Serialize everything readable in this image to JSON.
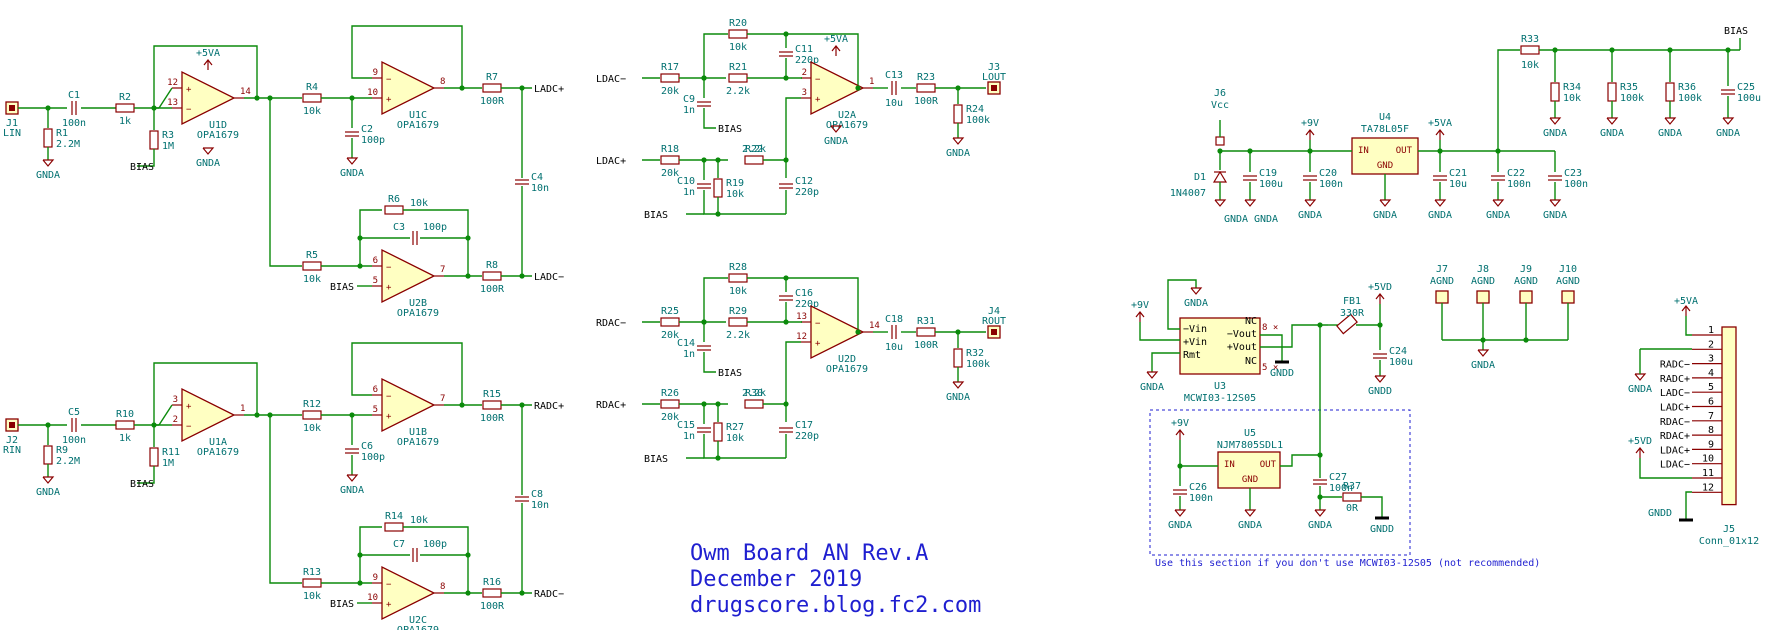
{
  "title_block": {
    "line1": "Owm Board AN Rev.A",
    "line2": "December 2019",
    "line3": "drugscore.blog.fc2.com"
  },
  "note": "Use this section if you don't use MCWI03-12S05 (not recommended)",
  "nets": {
    "bias": "BIAS",
    "gnda": "GNDA",
    "gndd": "GNDD",
    "agnd": "AGND",
    "p5va": "+5VA",
    "p5vd": "+5VD",
    "p9v": "+9V",
    "vcc": "Vcc",
    "ladc_p": "LADC+",
    "ladc_n": "LADC−",
    "radc_p": "RADC+",
    "radc_n": "RADC−",
    "ldac_p": "LDAC+",
    "ldac_n": "LDAC−",
    "rdac_p": "RDAC+",
    "rdac_n": "RDAC−",
    "lout": "LOUT",
    "rout": "ROUT",
    "lin": "LIN",
    "rin": "RIN"
  },
  "left_in": [
    {
      "ref": "J1",
      "lbl": "LIN",
      "c_ref": "C1",
      "c_val": "100n",
      "r_ref": "R2",
      "r_val": "1k",
      "rg_ref": "R1",
      "rg_val": "2.2M",
      "rb_ref": "R3",
      "rb_val": "1M",
      "u_ref": "U1D",
      "u_val": "OPA1679",
      "u_p_pos": "12",
      "u_p_neg": "13",
      "u_p_out": "14",
      "r4_ref": "R4",
      "r4_val": "10k",
      "c2_ref": "C2",
      "c2_val": "100p",
      "u2_ref": "U1C",
      "u2_val": "OPA1679",
      "u2_p_neg": "9",
      "u2_p_pos": "10",
      "u2_p_out": "8",
      "r7_ref": "R7",
      "r7_val": "100R",
      "r5_ref": "R5",
      "r5_val": "10k",
      "r6_ref": "R6",
      "r6_val": "10k",
      "c3_ref": "C3",
      "c3_val": "100p",
      "u3_ref": "U2B",
      "u3_val": "OPA1679",
      "u3_p_neg": "6",
      "u3_p_pos": "5",
      "u3_p_out": "7",
      "r8_ref": "R8",
      "r8_val": "100R",
      "c4_ref": "C4",
      "c4_val": "10n"
    },
    {
      "ref": "J2",
      "lbl": "RIN",
      "c_ref": "C5",
      "c_val": "100n",
      "r_ref": "R10",
      "r_val": "1k",
      "rg_ref": "R9",
      "rg_val": "2.2M",
      "rb_ref": "R11",
      "rb_val": "1M",
      "u_ref": "U1A",
      "u_val": "OPA1679",
      "u_p_pos": "3",
      "u_p_neg": "2",
      "u_p_out": "1",
      "r4_ref": "R12",
      "r4_val": "10k",
      "c2_ref": "C6",
      "c2_val": "100p",
      "u2_ref": "U1B",
      "u2_val": "OPA1679",
      "u2_p_neg": "6",
      "u2_p_pos": "5",
      "u2_p_out": "7",
      "r7_ref": "R15",
      "r7_val": "100R",
      "r5_ref": "R13",
      "r5_val": "10k",
      "r6_ref": "R14",
      "r6_val": "10k",
      "c3_ref": "C7",
      "c3_val": "100p",
      "u3_ref": "U2C",
      "u3_val": "OPA1679",
      "u3_p_neg": "9",
      "u3_p_pos": "10",
      "u3_p_out": "8",
      "r8_ref": "R16",
      "r8_val": "100R",
      "c4_ref": "C8",
      "c4_val": "10n"
    }
  ],
  "dac_out": [
    {
      "in_n": "LDAC−",
      "in_p": "LDAC+",
      "r_top": "R20",
      "r_top_v": "10k",
      "c_top": "C11",
      "c_top_v": "220p",
      "r_a": "R17",
      "r_a_v": "20k",
      "r_b": "R21",
      "r_b_v": "2.2k",
      "c_a": "C9",
      "c_a_v": "1n",
      "r_c": "R18",
      "r_c_v": "20k",
      "r_d": "R22",
      "r_d_v": "2.2k",
      "c_b": "C10",
      "c_b_v": "1n",
      "r_e": "R19",
      "r_e_v": "10k",
      "c_c": "C12",
      "c_c_v": "220p",
      "u": "U2A",
      "u_v": "OPA1679",
      "pn": "2",
      "pp": "3",
      "po": "1",
      "co": "C13",
      "co_v": "10u",
      "ro": "R23",
      "ro_v": "100R",
      "rg": "R24",
      "rg_v": "100k",
      "j": "J3",
      "jl": "LOUT"
    },
    {
      "in_n": "RDAC−",
      "in_p": "RDAC+",
      "r_top": "R28",
      "r_top_v": "10k",
      "c_top": "C16",
      "c_top_v": "220p",
      "r_a": "R25",
      "r_a_v": "20k",
      "r_b": "R29",
      "r_b_v": "2.2k",
      "c_a": "C14",
      "c_a_v": "1n",
      "r_c": "R26",
      "r_c_v": "20k",
      "r_d": "R30",
      "r_d_v": "2.2k",
      "c_b": "C15",
      "c_b_v": "1n",
      "r_e": "R27",
      "r_e_v": "10k",
      "c_c": "C17",
      "c_c_v": "220p",
      "u": "U2D",
      "u_v": "OPA1679",
      "pn": "13",
      "pp": "12",
      "po": "14",
      "co": "C18",
      "co_v": "10u",
      "ro": "R31",
      "ro_v": "100R",
      "rg": "R32",
      "rg_v": "100k",
      "j": "J4",
      "jl": "ROUT"
    }
  ],
  "power": {
    "j6": "J6",
    "d1": "D1",
    "d1_v": "1N4007",
    "c19": "C19",
    "c19_v": "100u",
    "c20": "C20",
    "c20_v": "100n",
    "u4": "U4",
    "u4_v": "TA78L05F",
    "u4_in": "IN",
    "u4_out": "OUT",
    "u4_gnd": "GND",
    "c21": "C21",
    "c21_v": "10u",
    "c22": "C22",
    "c22_v": "100n",
    "c23": "C23",
    "c23_v": "100n",
    "r33": "R33",
    "r33_v": "10k",
    "r34": "R34",
    "r34_v": "10k",
    "r35": "R35",
    "r35_v": "100k",
    "r36": "R36",
    "r36_v": "100k",
    "c25": "C25",
    "c25_v": "100u",
    "u3": "U3",
    "u3_v": "MCWI03-12S05",
    "u3_pins": [
      "−Vin",
      "+Vin",
      "Rmt",
      "NC",
      "−Vout",
      "+Vout",
      "NC"
    ],
    "fb1": "FB1",
    "fb1_v": "330R",
    "c24": "C24",
    "c24_v": "100u",
    "u5": "U5",
    "u5_v": "NJM7805SDL1",
    "c26": "C26",
    "c26_v": "100n",
    "c27": "C27",
    "c27_v": "100n",
    "r37": "R37",
    "r37_v": "0R",
    "agnd_j": [
      "J7",
      "J8",
      "J9",
      "J10"
    ]
  },
  "connector": {
    "ref": "J5",
    "val": "Conn_01x12",
    "pins": [
      "1",
      "2",
      "3",
      "4",
      "5",
      "6",
      "7",
      "8",
      "9",
      "10",
      "11",
      "12"
    ],
    "labels": [
      "+5VA",
      "GNDA",
      "RADC−",
      "RADC+",
      "LADC−",
      "LADC+",
      "RDAC−",
      "RDAC+",
      "LDAC+",
      "LDAC−",
      "+5VD",
      "GNDD"
    ]
  }
}
